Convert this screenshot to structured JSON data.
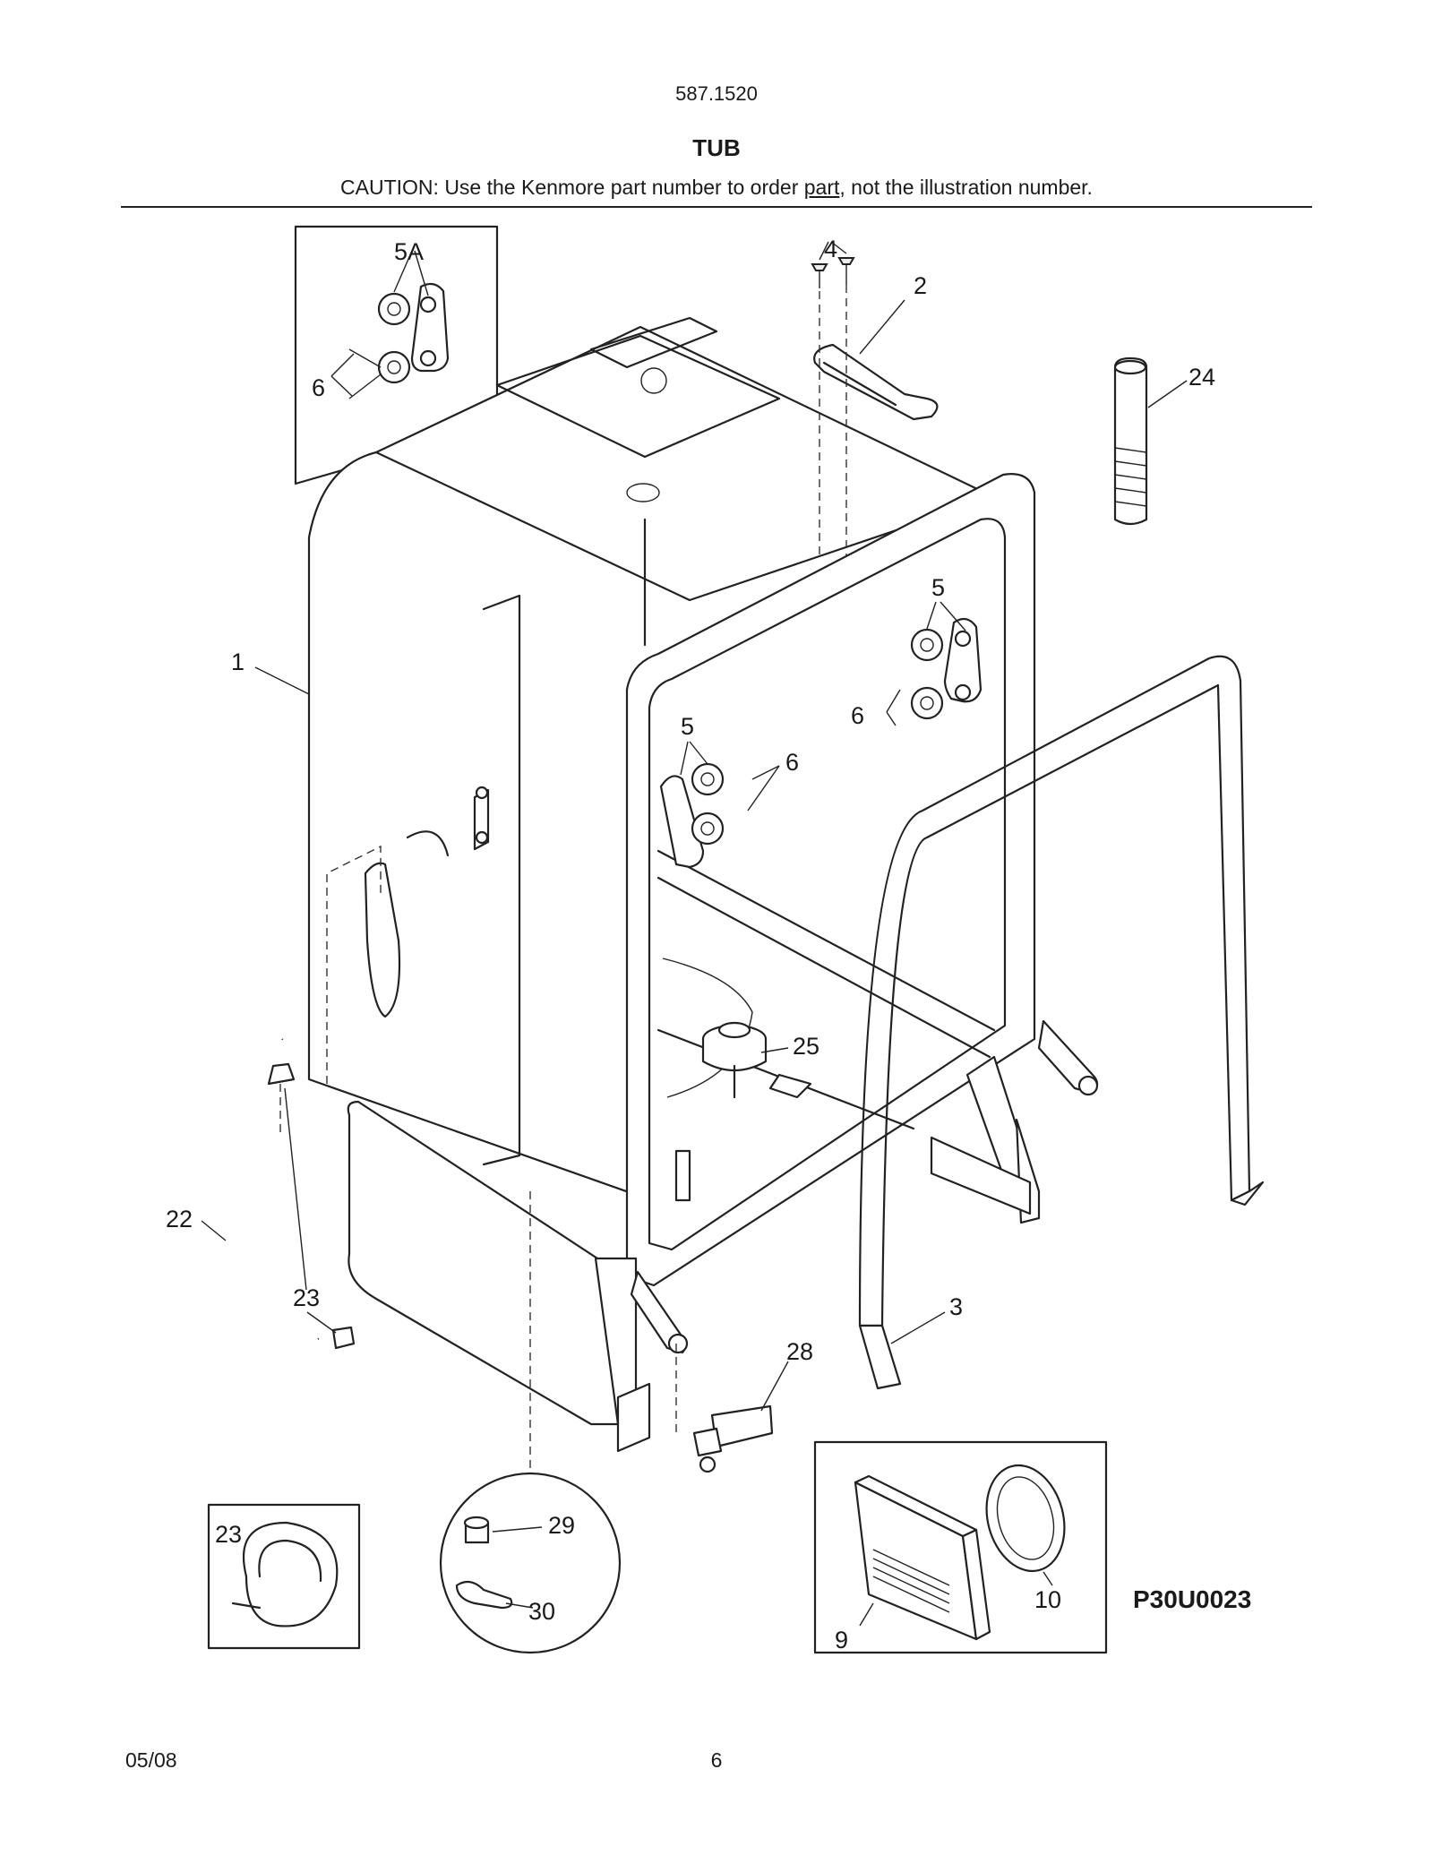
{
  "header": {
    "model": "587.1520",
    "title": "TUB",
    "caution_prefix": "CAUTION: Use the Kenmore part number to order ",
    "caution_underlined": "part",
    "caution_suffix": ", not the illustration number."
  },
  "callouts": {
    "c1": "1",
    "c2": "2",
    "c3": "3",
    "c4": "4",
    "c5a": "5A",
    "c5_right": "5",
    "c5_left": "5",
    "c6_inset": "6",
    "c6_right": "6",
    "c6_left": "6",
    "c9": "9",
    "c10": "10",
    "c22": "22",
    "c23": "23",
    "c23_inset": "23",
    "c24": "24",
    "c25": "25",
    "c28": "28",
    "c29": "29",
    "c30": "30"
  },
  "diagram_code": "P30U0023",
  "footer": {
    "date": "05/08",
    "page": "6"
  }
}
